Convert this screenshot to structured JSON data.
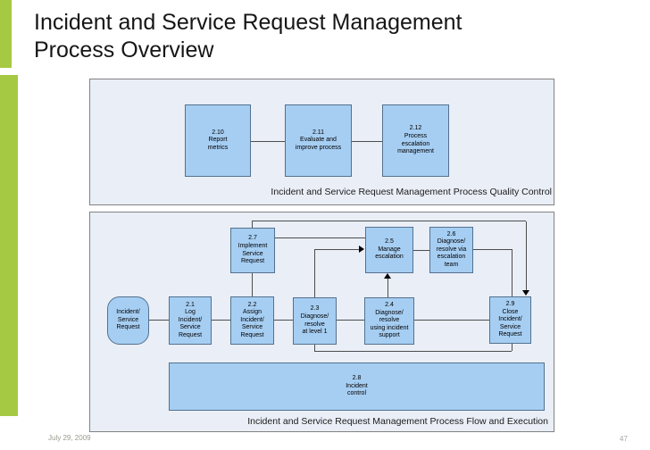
{
  "slide": {
    "title": "Incident and Service Request Management\nProcess Overview",
    "footer_date": "July 29, 2009",
    "page_number": "47"
  },
  "colors": {
    "accent_green": "#a5c942",
    "section_bg": "#e9eef7",
    "node_fill": "#a6cef3",
    "node_border": "#54718e",
    "section_border": "#828282",
    "connector": "#4d4d4d"
  },
  "diagram": {
    "quality": {
      "label": "Incident and Service Request Management Process Quality Control",
      "report_metrics": "2.10\nReport\nmetrics",
      "evaluate_improve": "2.11\nEvaluate and\nimprove process",
      "process_escalation": "2.12\nProcess\nescalation\nmanagement"
    },
    "flow": {
      "label": "Incident and Service Request Management Process Flow and Execution",
      "start": "Incident/\nService\nRequest",
      "log": "2.1\nLog\nIncident/\nService\nRequest",
      "assign": "2.2\nAssign\nIncident/\nService\nRequest",
      "diagnose_l1": "2.3\nDiagnose/\nresolve\nat level 1",
      "diagnose_support": "2.4\nDiagnose/\nresolve\nusing incident\nsupport",
      "manage_escalation": "2.5\nManage\nescalation",
      "diagnose_team": "2.6\nDiagnose/\nresolve via\nescalation\nteam",
      "implement": "2.7\nImplement\nService\nRequest",
      "incident_control": "2.8\nIncident\ncontrol",
      "close": "2.9\nClose\nIncident/\nService\nRequest"
    },
    "edges": [
      "2.10—2.11",
      "2.11—2.12",
      "start—2.1",
      "2.1—2.2",
      "2.2—2.3",
      "2.3—2.4",
      "2.4—2.9",
      "2.7—2.2",
      "2.7—2.5",
      "2.7→2.9",
      "2.3→2.5",
      "2.4→2.5",
      "2.5—2.6",
      "2.6—2.9 (top)",
      "2.3—2.9 (bottom loop)"
    ]
  }
}
